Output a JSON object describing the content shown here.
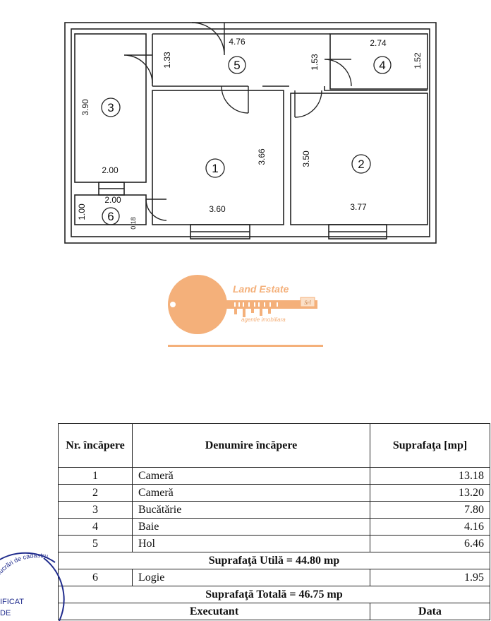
{
  "floorplan": {
    "rooms": [
      {
        "number": "1"
      },
      {
        "number": "2"
      },
      {
        "number": "3"
      },
      {
        "number": "4"
      },
      {
        "number": "5"
      },
      {
        "number": "6"
      }
    ],
    "dimensions": {
      "r5_width": "4.76",
      "r5_left_height": "1.33",
      "r5_right_height": "1.53",
      "r4_width": "2.74",
      "r4_height": "1.52",
      "r3_height": "3.90",
      "r3_width": "2.00",
      "r1_height": "3.66",
      "r1_width": "3.60",
      "r2_height": "3.50",
      "r2_width": "3.77",
      "r6_width": "2.00",
      "r6_height": "1.00",
      "r6_door": "0.18"
    }
  },
  "logo": {
    "title": "Land Estate",
    "badge": "Srl",
    "subtitle": "agentie imobiliara",
    "color": "#f4b07a"
  },
  "table": {
    "headers": {
      "nr": "Nr. încăpere",
      "name": "Denumire încăpere",
      "area": "Suprafaţa [mp]"
    },
    "rows": [
      {
        "nr": "1",
        "name": "Cameră",
        "area": "13.18"
      },
      {
        "nr": "2",
        "name": "Cameră",
        "area": "13.20"
      },
      {
        "nr": "3",
        "name": "Bucătărie",
        "area": "7.80"
      },
      {
        "nr": "4",
        "name": "Baie",
        "area": "4.16"
      },
      {
        "nr": "5",
        "name": "Hol",
        "area": "6.46"
      }
    ],
    "useful_total": "Suprafaţă Utilă = 44.80 mp",
    "loggia": {
      "nr": "6",
      "name": "Logie",
      "area": "1.95"
    },
    "grand_total": "Suprafaţă Totală = 46.75 mp",
    "executant_label": "Executant",
    "date_label": "Data"
  },
  "stamp": {
    "arc_text": "cute lucrări de cadastru",
    "line1": "IFICAT",
    "line2": "DE",
    "color": "#1f2b8c"
  }
}
